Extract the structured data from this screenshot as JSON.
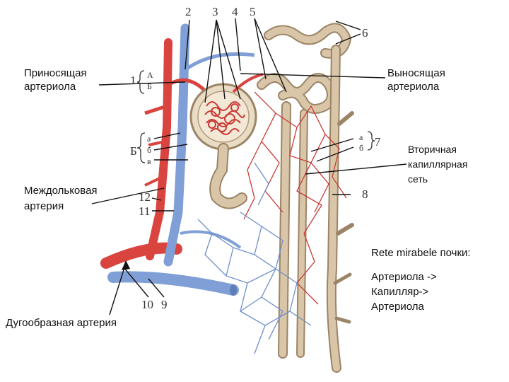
{
  "labels": {
    "afferent": [
      "Приносящая",
      "артериола"
    ],
    "efferent": [
      "Выносящая",
      "артериола"
    ],
    "secondary": [
      "Вторичная",
      "капиллярная",
      "сеть"
    ],
    "interlobular": [
      "Междольковая",
      "артерия"
    ],
    "rete": "Rete mirabele почки:",
    "rete_lines": [
      "Артериола ->",
      "Капилляр->",
      "Артериола"
    ],
    "arcuate": "Дугообразная артерия"
  },
  "numbers": {
    "n1": "1",
    "n2": "2",
    "n3": "3",
    "n4": "4",
    "n5": "5",
    "n6": "6",
    "n7": "7",
    "n8": "8",
    "n9": "9",
    "n10": "10",
    "n11": "11",
    "n12": "12",
    "B_upper": "Б",
    "B_lower": "Б"
  },
  "letters": {
    "group1": [
      "А",
      "Б"
    ],
    "groupB": [
      "а",
      "б",
      "в"
    ],
    "group7": [
      "а",
      "б"
    ]
  },
  "colors": {
    "artery": "#d9443f",
    "vein": "#7f9fd6",
    "tubule": "#d9c6a8",
    "tubule_edge": "#9c8466",
    "capillary_red": "#c83a35",
    "capillary_blue": "#6f8fc9"
  }
}
